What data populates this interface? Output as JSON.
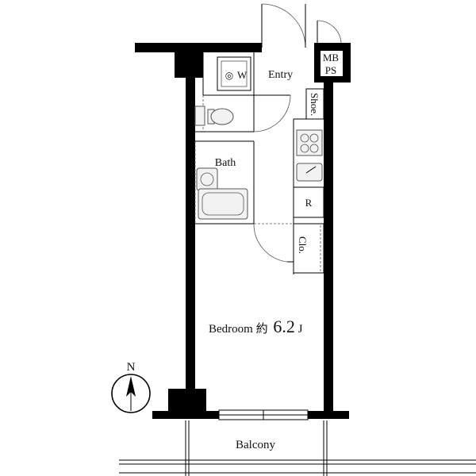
{
  "plan": {
    "rooms": {
      "entry": "Entry",
      "bath": "Bath",
      "bedroom_prefix": "Bedroom 約",
      "bedroom_size": "6.2",
      "bedroom_unit": "J",
      "balcony": "Balcony"
    },
    "fixtures": {
      "washer_symbol": "◎",
      "washer": "W",
      "meter_box": "MB",
      "pipe_space": "PS",
      "shoe_cabinet": "Shoe.",
      "refrigerator": "R",
      "closet": "Clo."
    },
    "compass": {
      "north": "N"
    }
  }
}
